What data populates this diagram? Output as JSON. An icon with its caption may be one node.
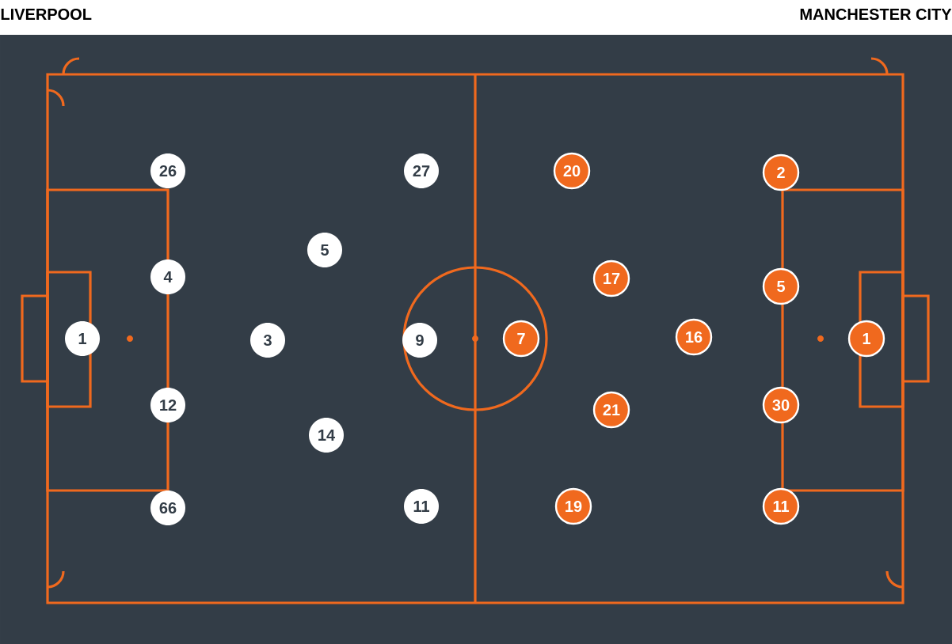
{
  "diagram": {
    "nodes": [
      {
        "text": [
          "1"
        ]
      },
      {
        "text": [
          "26"
        ]
      },
      {
        "text": [
          "4"
        ]
      },
      {
        "text": [
          "12"
        ]
      },
      {
        "text": [
          "66"
        ]
      },
      {
        "text": [
          "3"
        ]
      },
      {
        "text": [
          "5"
        ]
      },
      {
        "text": [
          "14"
        ]
      },
      {
        "text": [
          "27"
        ]
      },
      {
        "text": [
          "9"
        ]
      },
      {
        "text": [
          "11"
        ]
      },
      {
        "text": [
          "20"
        ]
      },
      {
        "text": [
          "17"
        ]
      },
      {
        "text": [
          "7"
        ]
      },
      {
        "text": [
          "21"
        ]
      },
      {
        "text": [
          "19"
        ]
      },
      {
        "text": [
          "16"
        ]
      },
      {
        "text": [
          "2"
        ]
      },
      {
        "text": [
          "5"
        ]
      },
      {
        "text": [
          "30"
        ]
      },
      {
        "text": [
          "11"
        ]
      },
      {
        "text": [
          "1"
        ]
      }
    ],
    "labels": [
      "LIVERPOOL",
      "MANCHESTER CITY"
    ]
  }
}
